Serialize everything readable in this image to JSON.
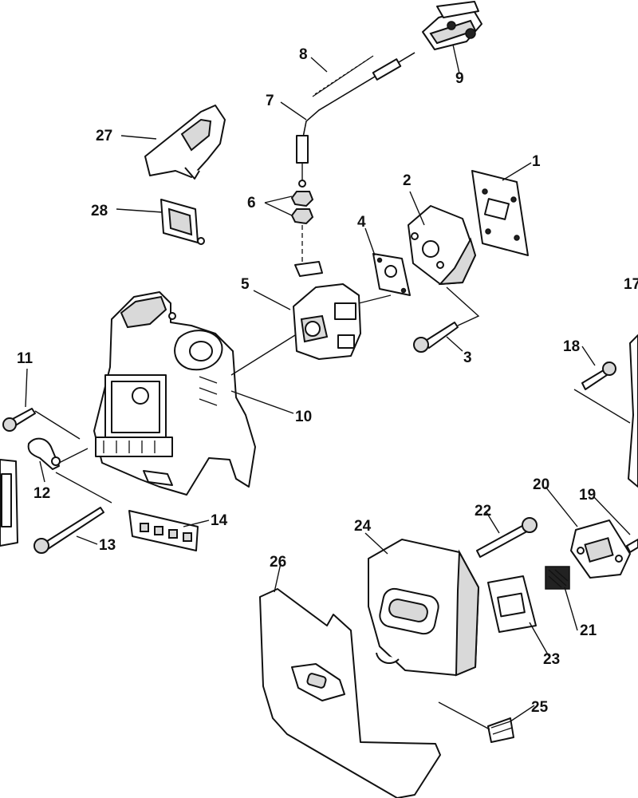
{
  "callouts": [
    {
      "id": "p1",
      "label": "1"
    },
    {
      "id": "p2",
      "label": "2"
    },
    {
      "id": "p3",
      "label": "3"
    },
    {
      "id": "p4",
      "label": "4"
    },
    {
      "id": "p5",
      "label": "5"
    },
    {
      "id": "p6",
      "label": "6"
    },
    {
      "id": "p7",
      "label": "7"
    },
    {
      "id": "p8",
      "label": "8"
    },
    {
      "id": "p9",
      "label": "9"
    },
    {
      "id": "p10",
      "label": "10"
    },
    {
      "id": "p11",
      "label": "11"
    },
    {
      "id": "p12",
      "label": "12"
    },
    {
      "id": "p13",
      "label": "13"
    },
    {
      "id": "p14",
      "label": "14"
    },
    {
      "id": "p17",
      "label": "17"
    },
    {
      "id": "p18",
      "label": "18"
    },
    {
      "id": "p19",
      "label": "19"
    },
    {
      "id": "p20",
      "label": "20"
    },
    {
      "id": "p21",
      "label": "21"
    },
    {
      "id": "p22",
      "label": "22"
    },
    {
      "id": "p23",
      "label": "23"
    },
    {
      "id": "p24",
      "label": "24"
    },
    {
      "id": "p25",
      "label": "25"
    },
    {
      "id": "p26",
      "label": "26"
    },
    {
      "id": "p27",
      "label": "27"
    },
    {
      "id": "p28",
      "label": "28"
    }
  ]
}
